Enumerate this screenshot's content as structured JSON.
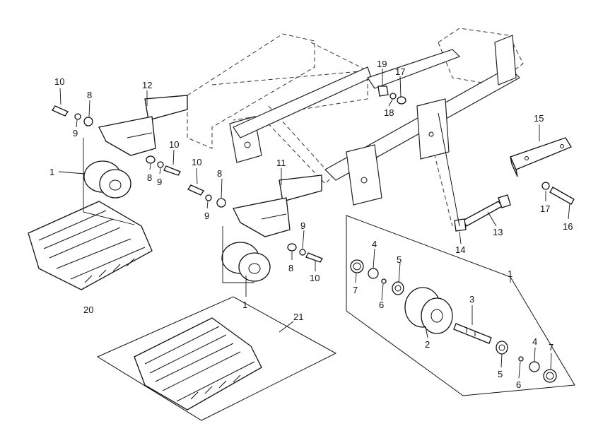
{
  "diagram": {
    "labels": [
      {
        "key": "l10a",
        "text": "10"
      },
      {
        "key": "l8a",
        "text": "8"
      },
      {
        "key": "l9a",
        "text": "9"
      },
      {
        "key": "l12",
        "text": "12"
      },
      {
        "key": "l10b",
        "text": "10"
      },
      {
        "key": "l8b",
        "text": "8"
      },
      {
        "key": "l9b",
        "text": "9"
      },
      {
        "key": "l1a",
        "text": "1"
      },
      {
        "key": "l20",
        "text": "20"
      },
      {
        "key": "l10c",
        "text": "10"
      },
      {
        "key": "l8c",
        "text": "8"
      },
      {
        "key": "l9c",
        "text": "9"
      },
      {
        "key": "l11",
        "text": "11"
      },
      {
        "key": "l9d",
        "text": "9"
      },
      {
        "key": "l8d",
        "text": "8"
      },
      {
        "key": "l10d",
        "text": "10"
      },
      {
        "key": "l1b",
        "text": "1"
      },
      {
        "key": "l21",
        "text": "21"
      },
      {
        "key": "l19",
        "text": "19"
      },
      {
        "key": "l17a",
        "text": "17"
      },
      {
        "key": "l18",
        "text": "18"
      },
      {
        "key": "l15",
        "text": "15"
      },
      {
        "key": "l17b",
        "text": "17"
      },
      {
        "key": "l16",
        "text": "16"
      },
      {
        "key": "l13",
        "text": "13"
      },
      {
        "key": "l14",
        "text": "14"
      },
      {
        "key": "l1c",
        "text": "1"
      },
      {
        "key": "l4a",
        "text": "4"
      },
      {
        "key": "l5a",
        "text": "5"
      },
      {
        "key": "l7a",
        "text": "7"
      },
      {
        "key": "l6a",
        "text": "6"
      },
      {
        "key": "l3",
        "text": "3"
      },
      {
        "key": "l2",
        "text": "2"
      },
      {
        "key": "l5b",
        "text": "5"
      },
      {
        "key": "l6b",
        "text": "6"
      },
      {
        "key": "l4b",
        "text": "4"
      },
      {
        "key": "l7b",
        "text": "7"
      }
    ]
  }
}
